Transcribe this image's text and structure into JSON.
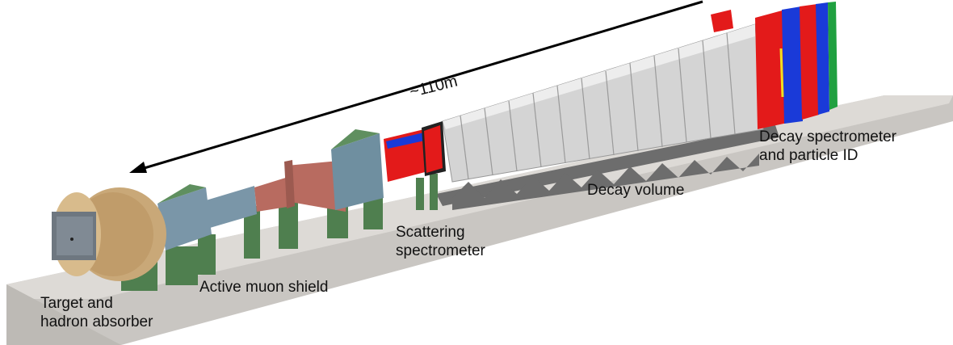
{
  "diagram": {
    "dimension": {
      "text": "~110m"
    },
    "labels": {
      "target": "Target and\nhadron absorber",
      "muon_shield": "Active muon shield",
      "scattering": "Scattering\nspectrometer",
      "decay_volume": "Decay volume",
      "decay_spectrometer": "Decay spectrometer\nand particle ID"
    },
    "colors": {
      "floor": "#c9c6c2",
      "absorber": "#c9a878",
      "support": "#4f7f4f",
      "magnet_blue": "#6f8fb8",
      "magnet_red": "#b86b60",
      "vessel": "#d2d2d2",
      "detector_red": "#e31a1a",
      "detector_blue": "#1a3ad8",
      "detector_green": "#20a040",
      "detector_yellow": "#f0e020"
    }
  }
}
